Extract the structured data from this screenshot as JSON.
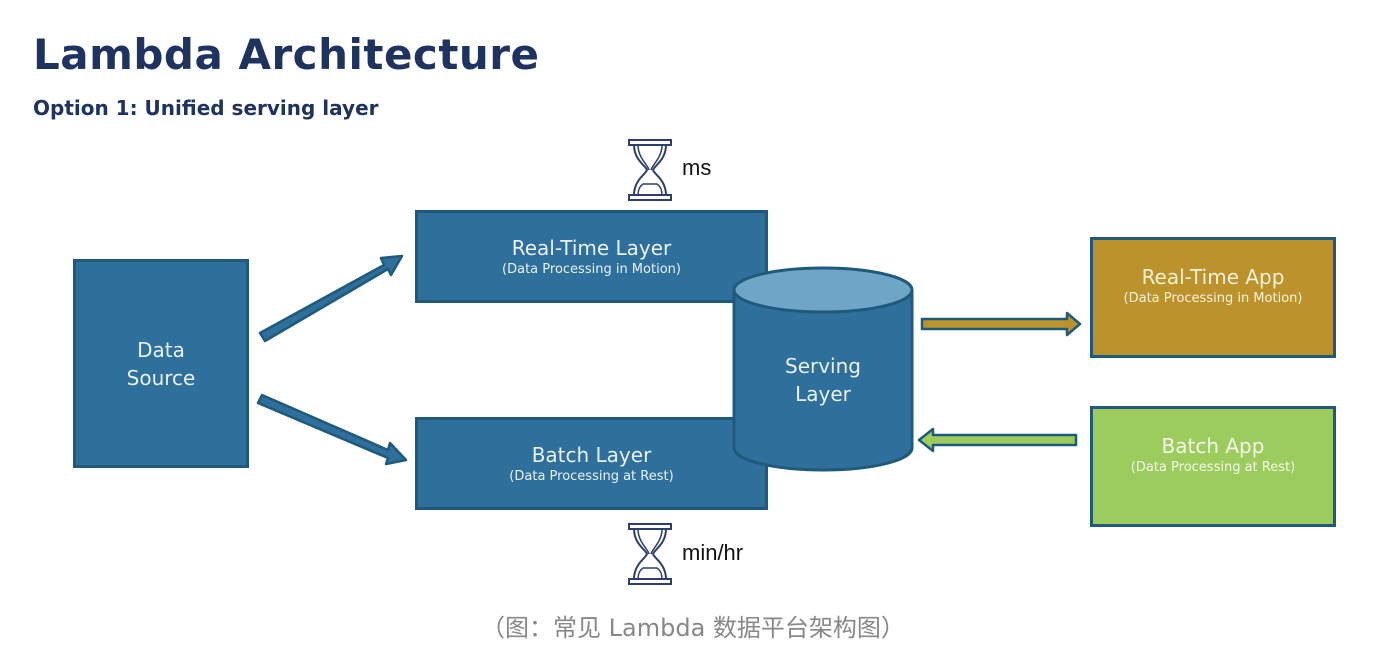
{
  "header": {
    "title": "Lambda Architecture",
    "subtitle": "Option 1: Unified serving layer"
  },
  "nodes": {
    "data_source": {
      "line1": "Data",
      "line2": "Source"
    },
    "realtime_layer": {
      "title": "Real-Time Layer",
      "subtitle": "(Data Processing in Motion)"
    },
    "batch_layer": {
      "title": "Batch Layer",
      "subtitle": "(Data Processing at Rest)"
    },
    "serving_layer": {
      "line1": "Serving",
      "line2": "Layer"
    },
    "realtime_app": {
      "title": "Real-Time App",
      "subtitle": "(Data Processing in Motion)"
    },
    "batch_app": {
      "title": "Batch App",
      "subtitle": "(Data Processing at Rest)"
    }
  },
  "latency": {
    "realtime": {
      "icon": "hourglass-icon",
      "label": "ms"
    },
    "batch": {
      "icon": "hourglass-icon",
      "label": "min/hr"
    }
  },
  "edges": [
    {
      "from": "data_source",
      "to": "realtime_layer"
    },
    {
      "from": "data_source",
      "to": "batch_layer"
    },
    {
      "from": "serving_layer",
      "to": "realtime_app"
    },
    {
      "from": "batch_app",
      "to": "serving_layer"
    }
  ],
  "colors": {
    "title": "#1f3360",
    "layer_blue": "#2f6f9c",
    "realtime_app_gold": "#bb922c",
    "batch_app_green": "#9ccb5e",
    "caption_gray": "#888888"
  },
  "caption": "（图：常见 Lambda 数据平台架构图）"
}
